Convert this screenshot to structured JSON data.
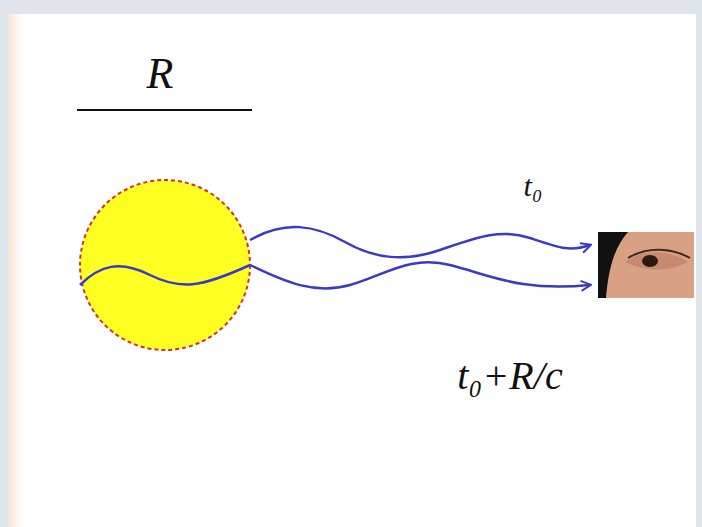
{
  "diagram": {
    "labels": [
      "R",
      "t₀",
      "t₀+R/c"
    ]
  }
}
